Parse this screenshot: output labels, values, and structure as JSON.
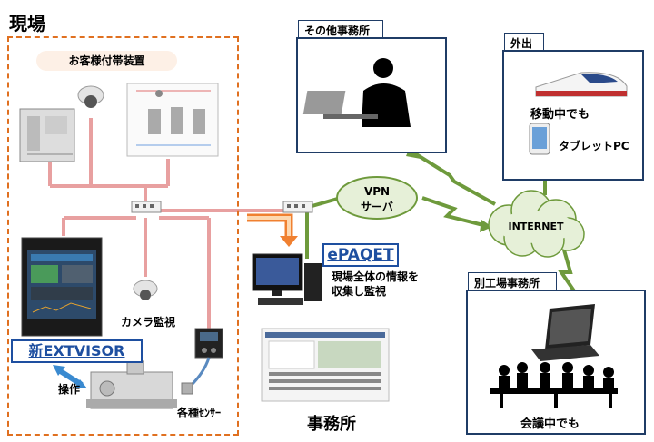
{
  "site": {
    "title": "現場",
    "equipment_label": "お客様付帯装置",
    "camera_label": "カメラ監視",
    "controller_name": "新EXTVISOR",
    "operation_label": "操作",
    "sensor_label": "各種ｾﾝｻｰ"
  },
  "office": {
    "other_office_label": "その他事務所",
    "main_office_label": "事務所",
    "product_name": "ePAQET",
    "product_desc_line1": "現場全体の情報を",
    "product_desc_line2": "収集し監視"
  },
  "network": {
    "vpn_line1": "VPN",
    "vpn_line2": "サーバ",
    "internet_label": "INTERNET"
  },
  "outside": {
    "title": "外出",
    "moving_label": "移動中でも",
    "tablet_label": "タブレットPC"
  },
  "branch": {
    "title": "別工場事務所",
    "meeting_label": "会議中でも"
  },
  "colors": {
    "site_border": "#e07020",
    "lan_line": "#e8a0a0",
    "wan_line": "#6e9a3c",
    "box_border": "#1f3c66",
    "product_blue": "#1e4fa0"
  }
}
